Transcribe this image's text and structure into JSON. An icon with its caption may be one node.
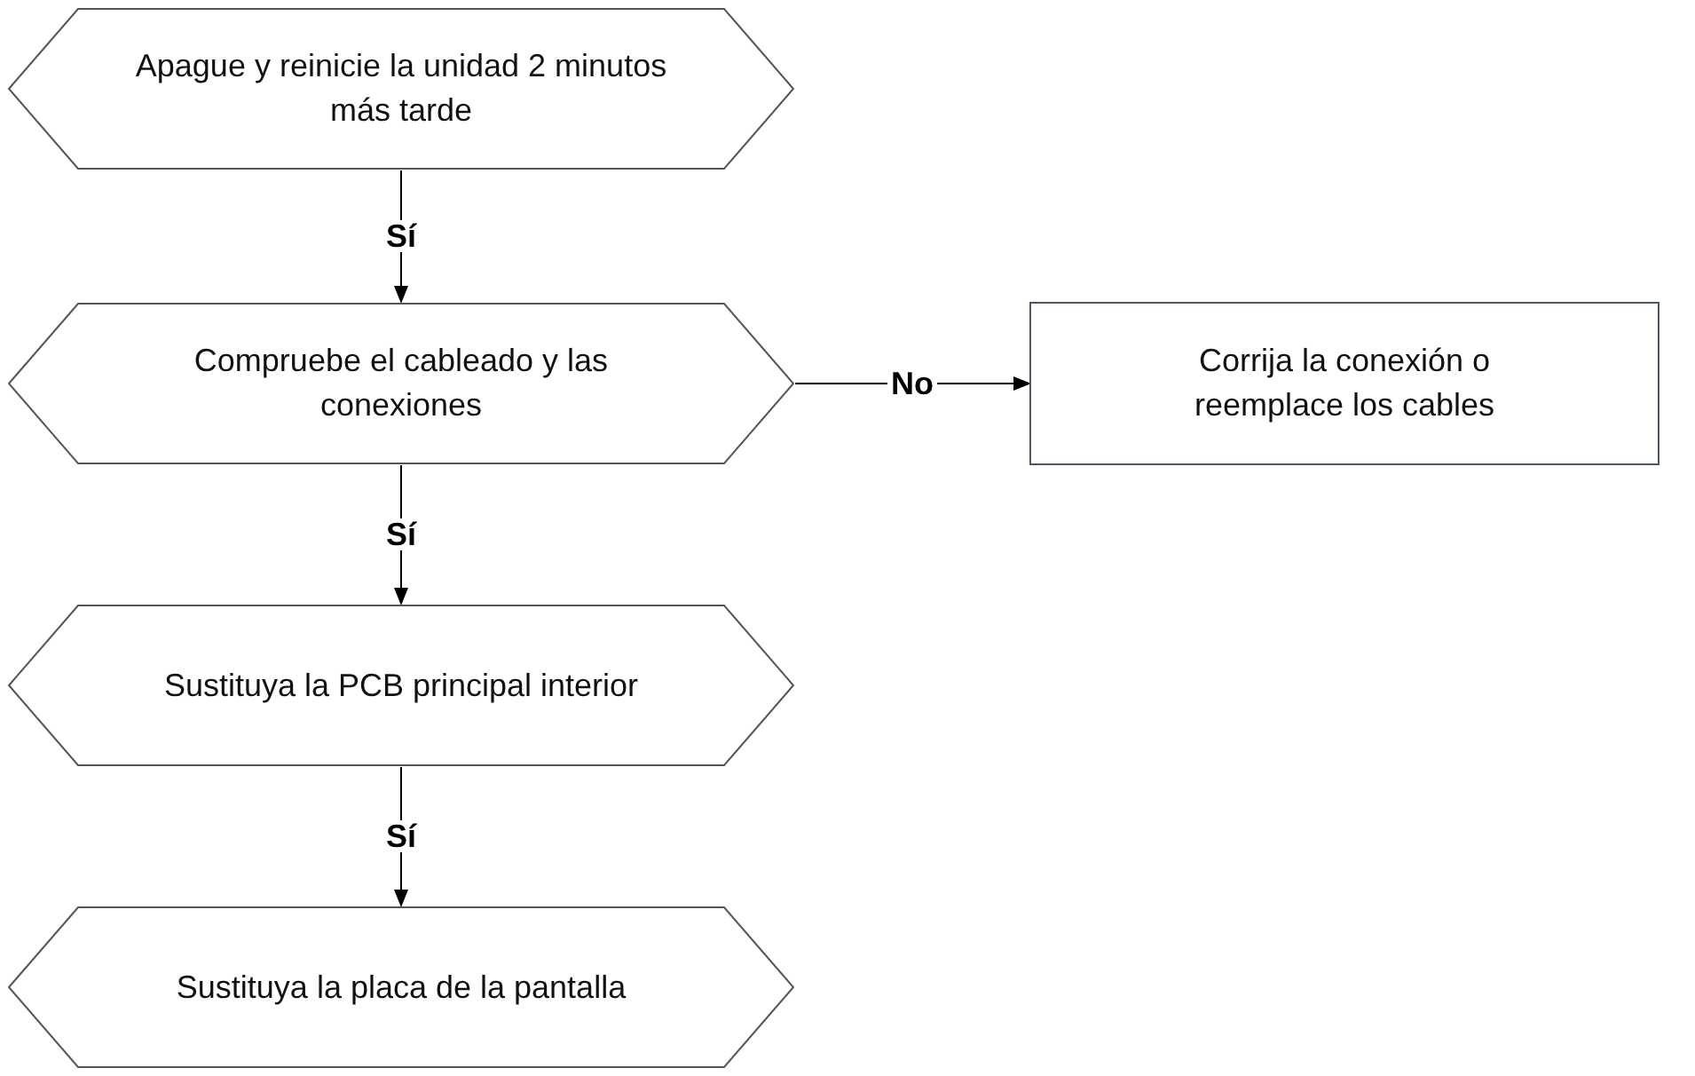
{
  "diagram": {
    "nodes": [
      {
        "text": [
          "Apague y reinicie la unidad 2 minutos más tarde"
        ]
      },
      {
        "text": [
          "Compruebe el cableado y las conexiones"
        ]
      },
      {
        "text": [
          "Corrija la conexión o reemplace los cables"
        ]
      },
      {
        "text": [
          "Sustituya la PCB principal interior"
        ]
      },
      {
        "text": [
          "Sustituya la placa de la pantalla"
        ]
      }
    ],
    "edges": [
      {
        "from": 0,
        "to": 1,
        "arrow": "to",
        "label": "Sí"
      },
      {
        "from": 1,
        "to": 2,
        "arrow": "to",
        "label": "No"
      },
      {
        "from": 1,
        "to": 3,
        "arrow": "to",
        "label": "Sí"
      },
      {
        "from": 3,
        "to": 4,
        "arrow": "to",
        "label": "Sí"
      }
    ]
  }
}
